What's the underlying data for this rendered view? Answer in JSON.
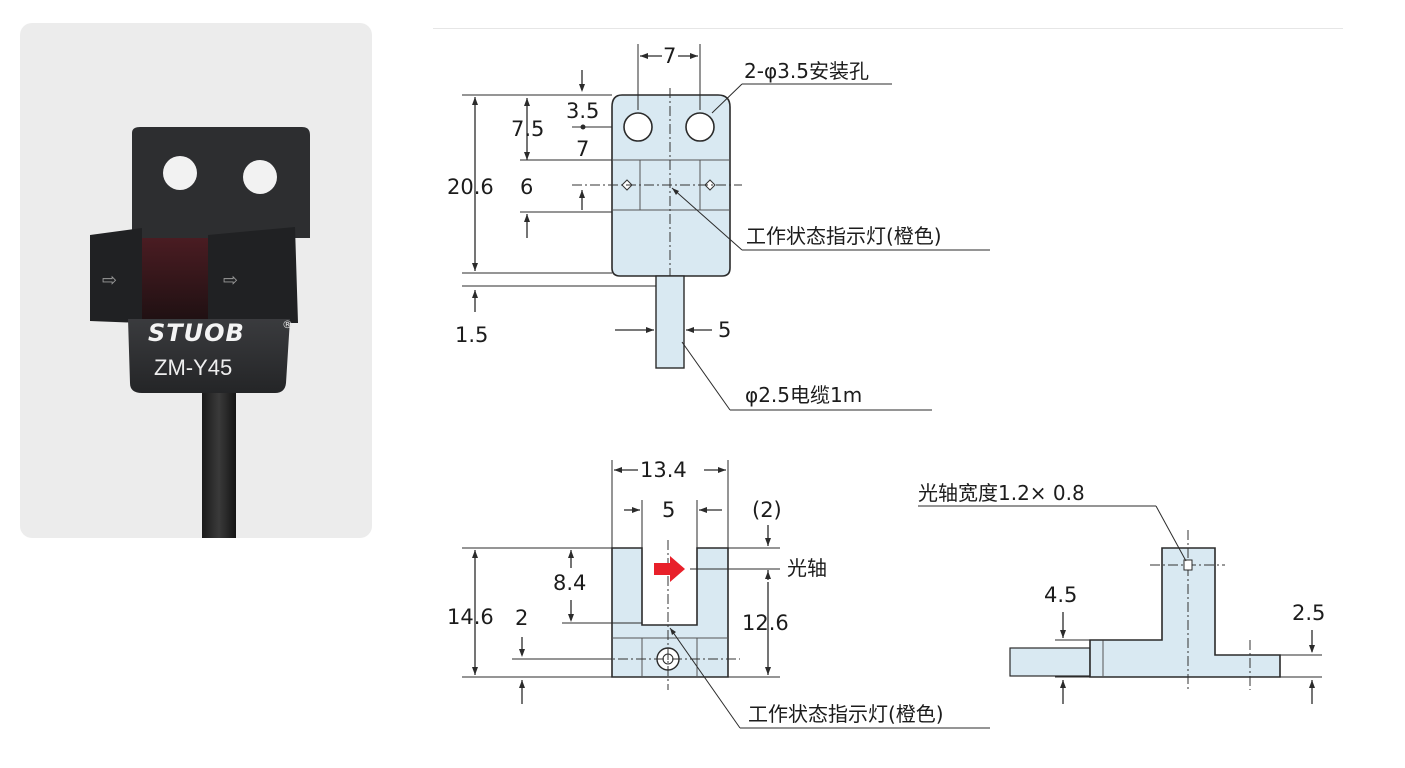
{
  "product": {
    "brand": "STUOB",
    "registered_mark": "®",
    "model": "ZM-Y45",
    "slot_arrow_glyph": "⇨"
  },
  "front_view": {
    "width_top": "7",
    "hole_note": "2-φ3.5安装孔",
    "dim_3_5": "3.5",
    "dim_7_5": "7.5",
    "dim_7": "7",
    "dim_20_6": "20.6",
    "dim_6": "6",
    "indicator_note": "工作状态指示灯(橙色)",
    "dim_1_5": "1.5",
    "dim_5": "5",
    "cable_note": "φ2.5电缆1m"
  },
  "bottom_view": {
    "width_13_4": "13.4",
    "slot_5": "5",
    "dim_2_paren": "(2)",
    "optical_axis_label": "光轴",
    "dim_8_4": "8.4",
    "dim_14_6": "14.6",
    "dim_2": "2",
    "dim_12_6": "12.6",
    "indicator_note": "工作状态指示灯(橙色)"
  },
  "side_view": {
    "axis_width_note": "光轴宽度1.2× 0.8",
    "dim_4_5": "4.5",
    "dim_2_5": "2.5"
  },
  "colors": {
    "card_background": "#ececec",
    "sensor_body": "#2e2f31",
    "drawing_fill": "#d9e9f2",
    "indicator_arrow": "#e8202a"
  }
}
